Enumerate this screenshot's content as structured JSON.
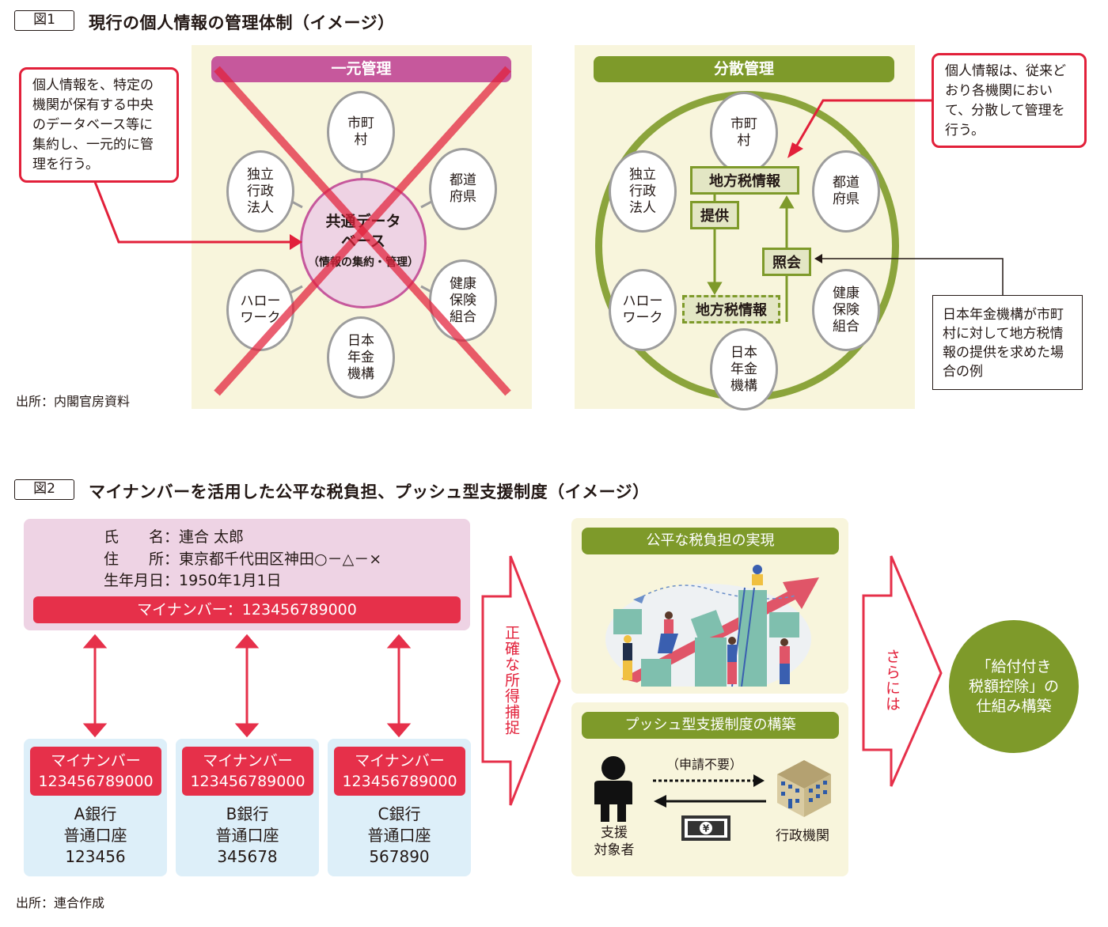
{
  "figure1": {
    "label": "図1",
    "title": "現行の個人情報の管理体制（イメージ）",
    "source": "出所：内閣官房資料",
    "centralized": {
      "header": "一元管理",
      "center_title": "共通データ\nベース",
      "center_sub": "（情報の集約・管理）",
      "nodes": [
        "市町\n村",
        "都道\n府県",
        "健康\n保険\n組合",
        "日本\n年金\n機構",
        "ハロー\nワーク",
        "独立\n行政\n法人"
      ],
      "callout": "個人情報を、特定の\n機関が保有する中央\nのデータベース等に\n集約し、一元的に管\n理を行う。",
      "status": "rejected"
    },
    "distributed": {
      "header": "分散管理",
      "nodes": [
        "市町\n村",
        "都道\n府県",
        "健康\n保険\n組合",
        "日本\n年金\n機構",
        "ハロー\nワーク",
        "独立\n行政\n法人"
      ],
      "box_top": "地方税情報",
      "box_provide": "提供",
      "box_inquiry": "照会",
      "box_bottom": "地方税情報",
      "callout": "個人情報は、従来ど\nおり各機関におい\nて、分散して管理を\n行う。",
      "note": "日本年金機構が市町\n村に対して地方税情\n報の提供を求めた場\n合の例"
    }
  },
  "figure2": {
    "label": "図2",
    "title": "マイナンバーを活用した公平な税負担、プッシュ型支援制度（イメージ）",
    "source": "出所：連合作成",
    "personal": {
      "name_label": "氏　　名：",
      "name": "連合 太郎",
      "address_label": "住　　所：",
      "address": "東京都千代田区神田○－△－×",
      "birth_label": "生年月日：",
      "birth": "1950年1月1日",
      "mynumber_bar": "マイナンバー：123456789000"
    },
    "banks": [
      {
        "mn_label": "マイナンバー",
        "mn_value": "123456789000",
        "bank": "A銀行",
        "type": "普通口座",
        "account": "123456"
      },
      {
        "mn_label": "マイナンバー",
        "mn_value": "123456789000",
        "bank": "B銀行",
        "type": "普通口座",
        "account": "345678"
      },
      {
        "mn_label": "マイナンバー",
        "mn_value": "123456789000",
        "bank": "C銀行",
        "type": "普通口座",
        "account": "567890"
      }
    ],
    "arrow1_text": "正確な所得捕捉",
    "arrow2_text": "さらには",
    "fair_tax": {
      "header": "公平な税負担の実現",
      "illustration": "teamwork-growth-illustration"
    },
    "push_support": {
      "header": "プッシュ型支援制度の構築",
      "no_application": "（申請不要）",
      "person_label": "支援\n対象者",
      "agency_label": "行政機関",
      "money_symbol": "¥"
    },
    "goal": "「給付付き\n税額控除」の\n仕組み構築"
  },
  "colors": {
    "red": "#e2203a",
    "pink_header": "#c6589c",
    "green": "#7e9a2a",
    "panel_bg": "#f8f5dc",
    "card_pink": "#eed3e4",
    "card_blue": "#ddeff9"
  }
}
